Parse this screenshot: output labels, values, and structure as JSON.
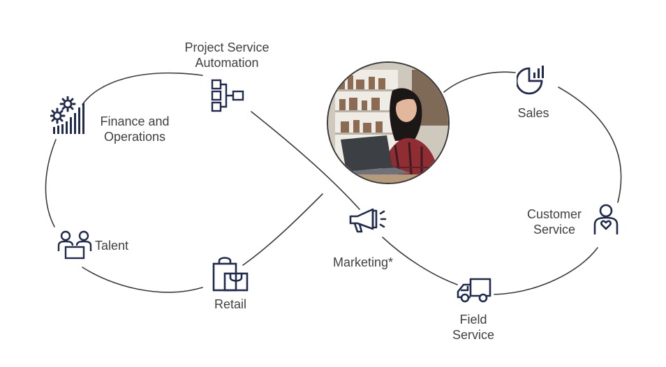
{
  "diagram": {
    "colors": {
      "icon": "#1f2a4d",
      "line": "#3a3a3a",
      "text": "#404040"
    },
    "nodes": {
      "project_service": {
        "label": "Project Service\nAutomation",
        "icon": "flowchart-icon"
      },
      "finance": {
        "label": "Finance and\nOperations",
        "icon": "gears-bars-icon"
      },
      "talent": {
        "label": "Talent",
        "icon": "people-desk-icon"
      },
      "retail": {
        "label": "Retail",
        "icon": "shopping-bag-icon"
      },
      "marketing": {
        "label": "Marketing*",
        "icon": "megaphone-icon"
      },
      "sales": {
        "label": "Sales",
        "icon": "pie-bars-icon"
      },
      "customer_service": {
        "label": "Customer\nService",
        "icon": "person-heart-icon"
      },
      "field_service": {
        "label": "Field\nService",
        "icon": "truck-icon"
      }
    },
    "photo": {
      "subject": "person-with-laptop-photo"
    }
  }
}
